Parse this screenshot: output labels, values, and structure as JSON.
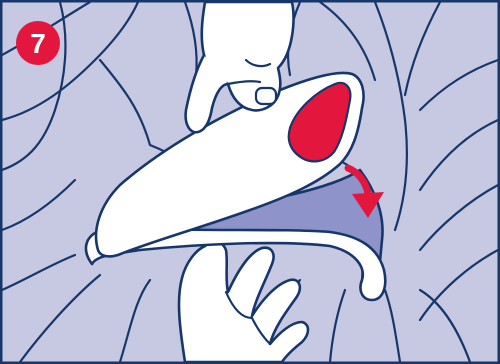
{
  "step": {
    "number": "7",
    "badge_color": "#e3173e"
  },
  "colors": {
    "background_fill": "#c7c8e2",
    "line": "#17376b",
    "pad_top": "#ffffff",
    "pad_underside": "#8e93c9",
    "marker": "#e3173e",
    "arrow": "#e3173e"
  },
  "icons": [
    "step-badge",
    "seat-upholstery",
    "pointing-hand",
    "supporting-hand",
    "seat-pad",
    "red-marker",
    "fold-arrow-icon"
  ]
}
